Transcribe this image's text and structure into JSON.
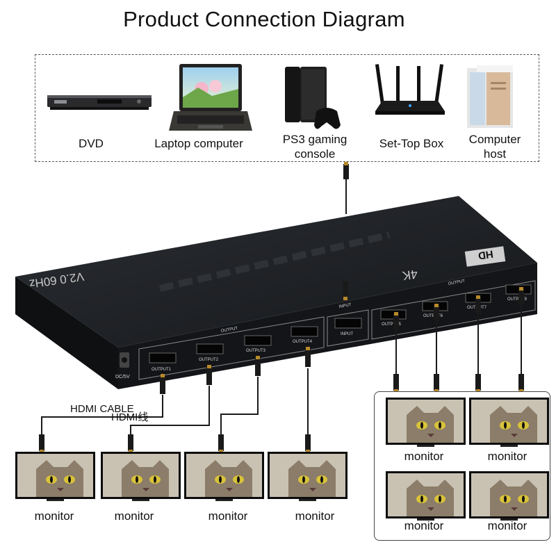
{
  "title": "Product Connection Diagram",
  "sources": [
    {
      "label": "DVD"
    },
    {
      "label": "Laptop computer"
    },
    {
      "label": "PS3 gaming\nconsole"
    },
    {
      "label": "Set-Top Box"
    },
    {
      "label": "Computer\nhost"
    }
  ],
  "device": {
    "version_text": "V2.0 60Hz",
    "fourk_text": "4K",
    "hd_badge": "HD",
    "power_label": "DC/5V",
    "input_group": "INPUT",
    "input_port": "INPUT",
    "output_group_left": "OUTPUT",
    "output_group_right": "OUTPUT",
    "outputs": [
      "OUTPUT1",
      "OUTPUT2",
      "OUTPUT3",
      "OUTPUT4",
      "OUTPUT5",
      "OUTPUT6",
      "OUTPUT7",
      "OUTPUT8"
    ]
  },
  "cable_label_en": "HDMI CABLE",
  "cable_label_cn": "HDMI线",
  "monitor_label": "monitor",
  "colors": {
    "device": "#1b1d20",
    "cable": "#1a1a1a",
    "connector": "#b88a2a"
  }
}
